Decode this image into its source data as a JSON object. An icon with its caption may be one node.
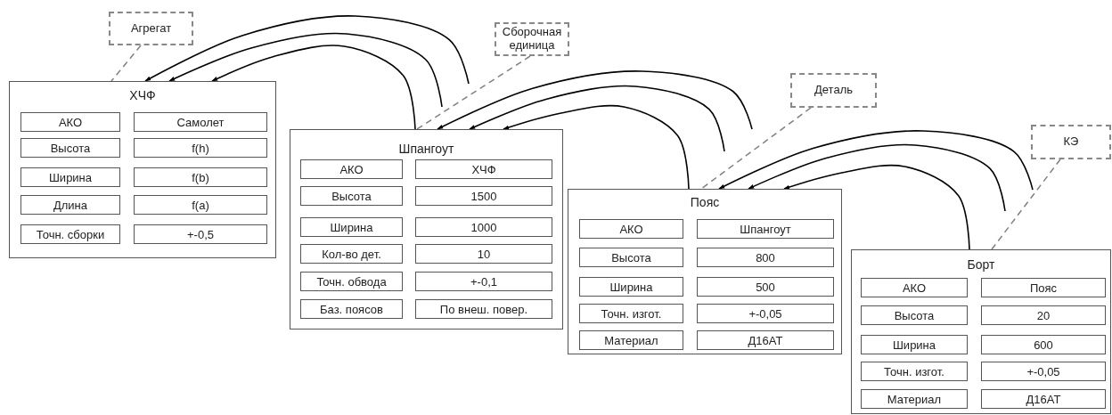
{
  "diagram": {
    "nodes": [
      {
        "text": [
          "Агрегат"
        ]
      },
      {
        "text": [
          "ХЧФ"
        ]
      },
      {
        "text": [
          "АКО"
        ],
        "in": 1
      },
      {
        "text": [
          "Самолет"
        ],
        "in": 1
      },
      {
        "text": [
          "Высота"
        ],
        "in": 1
      },
      {
        "text": [
          "f(h)"
        ],
        "in": 1
      },
      {
        "text": [
          "Ширина"
        ],
        "in": 1
      },
      {
        "text": [
          "f(b)"
        ],
        "in": 1
      },
      {
        "text": [
          "Длина"
        ],
        "in": 1
      },
      {
        "text": [
          "f(a)"
        ],
        "in": 1
      },
      {
        "text": [
          "Точн. сборки"
        ],
        "in": 1
      },
      {
        "text": [
          "+-0,5"
        ],
        "in": 1
      },
      {
        "text": [
          "Сборочная единица"
        ]
      },
      {
        "text": [
          "Шпангоут"
        ]
      },
      {
        "text": [
          "АКО"
        ],
        "in": 13
      },
      {
        "text": [
          "ХЧФ"
        ],
        "in": 13
      },
      {
        "text": [
          "Высота"
        ],
        "in": 13
      },
      {
        "text": [
          "1500"
        ],
        "in": 13
      },
      {
        "text": [
          "Ширина"
        ],
        "in": 13
      },
      {
        "text": [
          "1000"
        ],
        "in": 13
      },
      {
        "text": [
          "Кол-во дет."
        ],
        "in": 13
      },
      {
        "text": [
          "10"
        ],
        "in": 13
      },
      {
        "text": [
          "Точн. обвода"
        ],
        "in": 13
      },
      {
        "text": [
          "+-0,1"
        ],
        "in": 13
      },
      {
        "text": [
          "Баз. поясов"
        ],
        "in": 13
      },
      {
        "text": [
          "По внеш. повер."
        ],
        "in": 13
      },
      {
        "text": [
          "Деталь"
        ]
      },
      {
        "text": [
          "Пояс"
        ]
      },
      {
        "text": [
          "АКО"
        ],
        "in": 27
      },
      {
        "text": [
          "Шпангоут"
        ],
        "in": 27
      },
      {
        "text": [
          "Высота"
        ],
        "in": 27
      },
      {
        "text": [
          "800"
        ],
        "in": 27
      },
      {
        "text": [
          "Ширина"
        ],
        "in": 27
      },
      {
        "text": [
          "500"
        ],
        "in": 27
      },
      {
        "text": [
          "Точн. изгот."
        ],
        "in": 27
      },
      {
        "text": [
          "+-0,05"
        ],
        "in": 27
      },
      {
        "text": [
          "Материал"
        ],
        "in": 27
      },
      {
        "text": [
          "Д16АТ"
        ],
        "in": 27
      },
      {
        "text": [
          "КЭ"
        ]
      },
      {
        "text": [
          "Борт"
        ]
      },
      {
        "text": [
          "АКО"
        ],
        "in": 39
      },
      {
        "text": [
          "Пояс"
        ],
        "in": 39
      },
      {
        "text": [
          "Высота"
        ],
        "in": 39
      },
      {
        "text": [
          "20"
        ],
        "in": 39
      },
      {
        "text": [
          "Ширина"
        ],
        "in": 39
      },
      {
        "text": [
          "600"
        ],
        "in": 39
      },
      {
        "text": [
          "Точн. изгот."
        ],
        "in": 39
      },
      {
        "text": [
          "+-0,05"
        ],
        "in": 39
      },
      {
        "text": [
          "Материал"
        ],
        "in": 39
      },
      {
        "text": [
          "Д16АТ"
        ],
        "in": 39
      }
    ],
    "edges": [
      {
        "from": 0,
        "to": 1,
        "arrow": "none",
        "style": "dashed",
        "color": "#808080"
      },
      {
        "from": 12,
        "to": 13,
        "arrow": "none",
        "style": "dashed",
        "color": "#808080"
      },
      {
        "from": 26,
        "to": 27,
        "arrow": "none",
        "style": "dashed",
        "color": "#808080"
      },
      {
        "from": 38,
        "to": 39,
        "arrow": "none",
        "style": "dashed",
        "color": "#808080"
      },
      {
        "from": null,
        "to": 1,
        "arrow": "to"
      },
      {
        "from": null,
        "to": 1,
        "arrow": "to"
      },
      {
        "from": 13,
        "to": 1,
        "arrow": "to"
      },
      {
        "from": null,
        "to": 13,
        "arrow": "to"
      },
      {
        "from": null,
        "to": 13,
        "arrow": "to"
      },
      {
        "from": 27,
        "to": 13,
        "arrow": "to"
      },
      {
        "from": null,
        "to": 27,
        "arrow": "to"
      },
      {
        "from": null,
        "to": 27,
        "arrow": "to"
      },
      {
        "from": 39,
        "to": 27,
        "arrow": "to"
      }
    ]
  }
}
